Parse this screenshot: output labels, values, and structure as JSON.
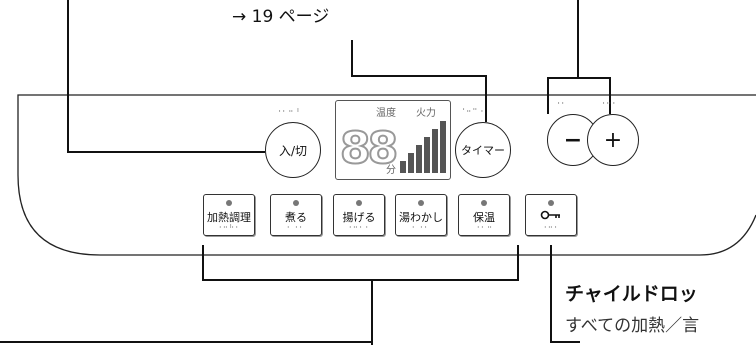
{
  "page_ref": "→ 19 ページ",
  "buttons": {
    "power": "入/切",
    "timer": "タイマー",
    "minus": "−",
    "plus": "+"
  },
  "display": {
    "label_temp": "温度",
    "label_power": "火力",
    "digits": "88",
    "unit": "分",
    "level_bars": 6
  },
  "modes": [
    {
      "label": "加熱調理"
    },
    {
      "label": "煮る"
    },
    {
      "label": "揚げる"
    },
    {
      "label": "湯わかし"
    },
    {
      "label": "保温"
    }
  ],
  "child_lock": {
    "icon": "key-icon",
    "title": "チャイルドロッ",
    "subtitle": "すべての加熱／言"
  }
}
